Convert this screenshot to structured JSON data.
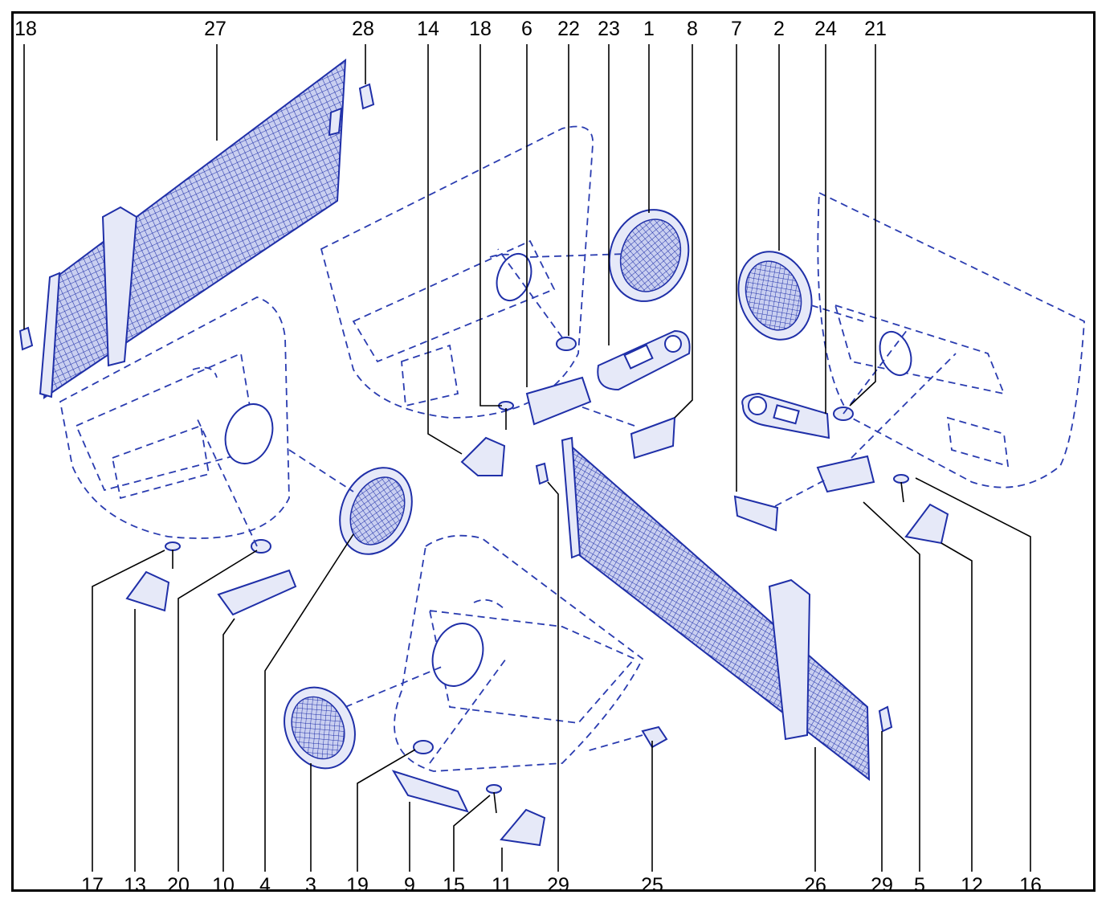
{
  "figure": {
    "top_callouts": [
      "18",
      "27",
      "28",
      "14",
      "18",
      "6",
      "22",
      "23",
      "1",
      "8",
      "7",
      "2",
      "24",
      "21"
    ],
    "bottom_callouts": [
      "17",
      "13",
      "20",
      "10",
      "4",
      "3",
      "19",
      "9",
      "15",
      "11",
      "29",
      "25",
      "26",
      "29",
      "5",
      "12",
      "16"
    ],
    "colors": {
      "linework": "#1f2fa8",
      "dashed": "#2a3cb0",
      "fill": "#e6e9f8",
      "frame": "#000000",
      "text": "#000000"
    }
  }
}
